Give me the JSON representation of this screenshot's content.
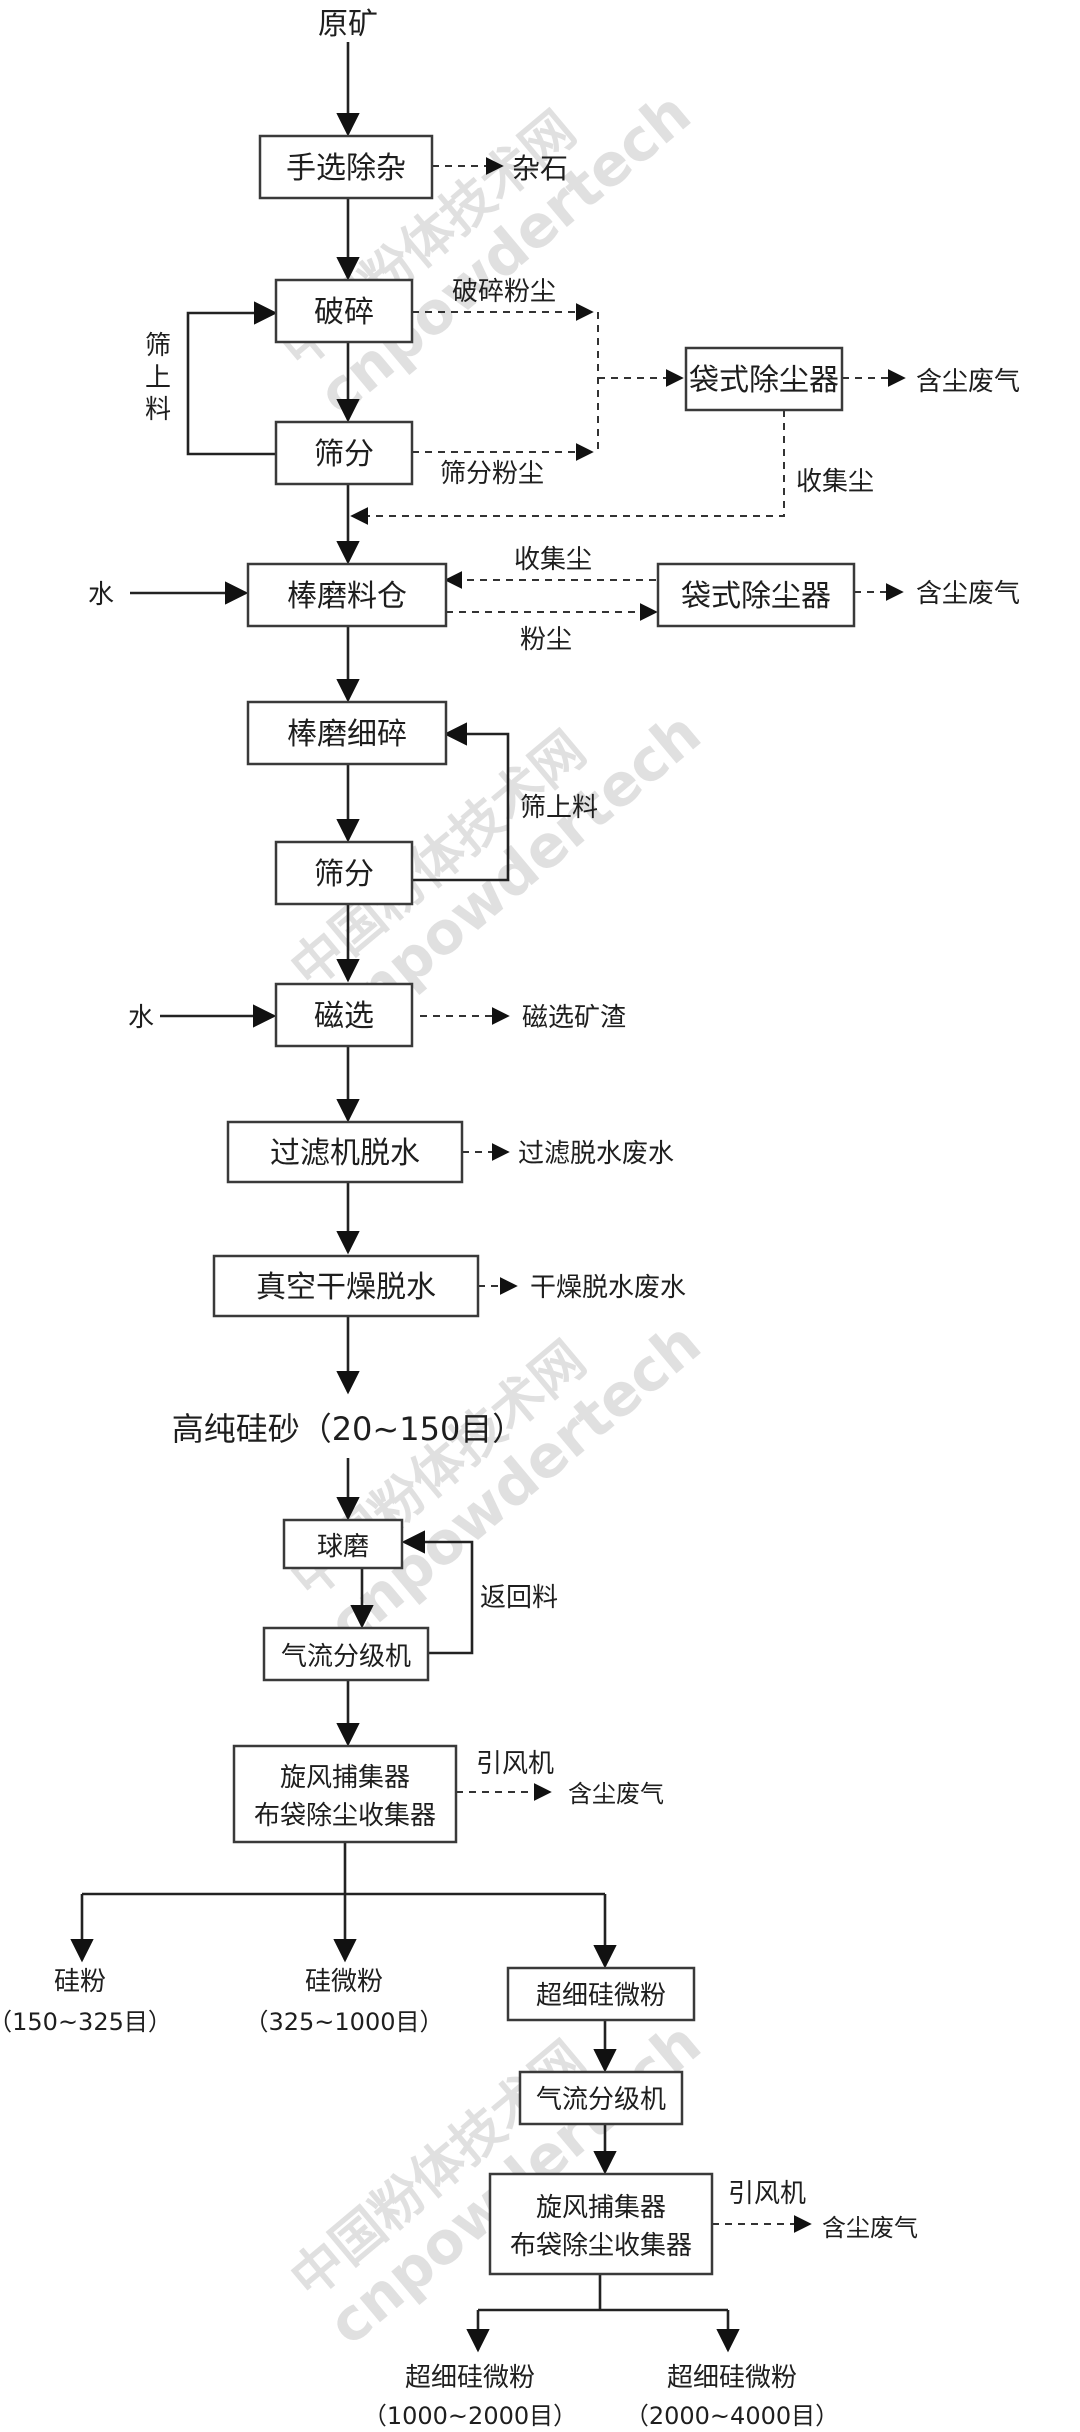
{
  "nodes": {
    "raw_ore": "原矿",
    "hand_sort": "手选除杂",
    "waste_rock": "杂石",
    "crush": "破碎",
    "crush_dust": "破碎粉尘",
    "screen1": "筛分",
    "screen_dust": "筛分粉尘",
    "oversize_vertical": [
      "筛",
      "上",
      "料"
    ],
    "bag_filter": "袋式除尘器",
    "dusty_gas": "含尘废气",
    "collected_dust": "收集尘",
    "water": "水",
    "rod_bin": "棒磨料仓",
    "dust": "粉尘",
    "rod_mill": "棒磨细碎",
    "oversize": "筛上料",
    "screen2": "筛分",
    "magnetic": "磁选",
    "magnetic_slag": "磁选矿渣",
    "filter_dewater": "过滤机脱水",
    "filter_wastewater": "过滤脱水废水",
    "vacuum_dry": "真空干燥脱水",
    "dry_wastewater": "干燥脱水废水",
    "high_purity_sand": "高纯硅砂（20~150目）",
    "ball_mill": "球磨",
    "return_material": "返回料",
    "air_classifier": "气流分级机",
    "cyclone_line1": "旋风捕集器",
    "cyclone_line2": "布袋除尘收集器",
    "induced_fan": "引风机",
    "silicon_powder": "硅粉",
    "silicon_powder_range": "（150~325目）",
    "silicon_micro": "硅微粉",
    "silicon_micro_range": "（325~1000目）",
    "ultrafine": "超细硅微粉",
    "ultrafine_range_a": "（1000~2000目）",
    "ultrafine_range_b": "（2000~4000目）"
  },
  "watermark": [
    "中国粉体技术网",
    "cnpowdertech"
  ]
}
